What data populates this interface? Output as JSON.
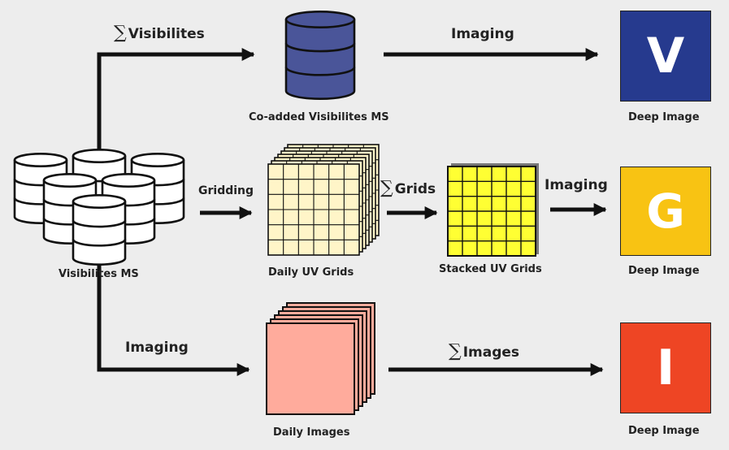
{
  "top": {
    "sum_symbol": "∑",
    "arrow_label": "Visibilites",
    "store_caption": "Co-added Visibilites MS",
    "imaging_label": "Imaging",
    "result_letter": "V",
    "result_caption": "Deep Image",
    "result_color": "#263a8e",
    "db_color": "#4a5599"
  },
  "source": {
    "caption": "Visibilites MS"
  },
  "middle": {
    "gridding_label": "Gridding",
    "daily_caption": "Daily UV Grids",
    "sum_symbol": "∑",
    "sum_label": "Grids",
    "stacked_caption": "Stacked UV Grids",
    "imaging_label": "Imaging",
    "result_letter": "G",
    "result_caption": "Deep Image",
    "result_color": "#f8c313",
    "daily_grid_color": "#fff5c8",
    "stacked_grid_color": "#ffff33"
  },
  "bottom": {
    "imaging_label": "Imaging",
    "daily_caption": "Daily Images",
    "sum_symbol": "∑",
    "sum_label": "Images",
    "result_letter": "I",
    "result_caption": "Deep Image",
    "result_color": "#ee4524",
    "daily_color": "#ffab9c"
  }
}
